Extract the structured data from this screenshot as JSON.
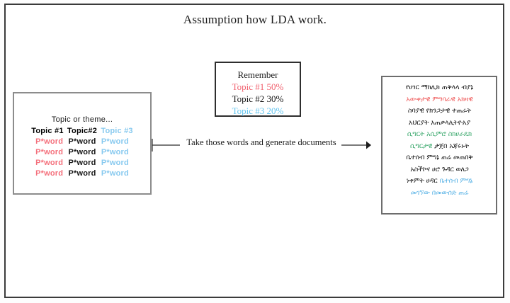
{
  "page": {
    "title": "Assumption how LDA work."
  },
  "topics_box": {
    "theme_label": "Topic or theme...",
    "headers": [
      {
        "text": "Topic #1",
        "color": "#161616"
      },
      {
        "text": "Topic#2",
        "color": "#161616"
      },
      {
        "text": "Topic #3",
        "color": "#87c9ef"
      }
    ],
    "word_rows": [
      [
        {
          "text": "P*word",
          "color": "#f4707c"
        },
        {
          "text": "P*word",
          "color": "#161616"
        },
        {
          "text": "P*word",
          "color": "#87c9ef"
        }
      ],
      [
        {
          "text": "P*word",
          "color": "#f4707c"
        },
        {
          "text": "P*word",
          "color": "#161616"
        },
        {
          "text": "P*word",
          "color": "#87c9ef"
        }
      ],
      [
        {
          "text": "P*word",
          "color": "#f4707c"
        },
        {
          "text": "P*word",
          "color": "#161616"
        },
        {
          "text": "P*word",
          "color": "#87c9ef"
        }
      ],
      [
        {
          "text": "P*word",
          "color": "#f4707c"
        },
        {
          "text": "P*word",
          "color": "#161616"
        },
        {
          "text": "P*word",
          "color": "#87c9ef"
        }
      ]
    ]
  },
  "remember_box": {
    "title": "Remember",
    "lines": [
      {
        "text": "Topic #1 50%",
        "color": "#f1616e"
      },
      {
        "text": "Topic #2 30%",
        "color": "#141414"
      },
      {
        "text": "Topic #3 20%",
        "color": "#63c4ee"
      }
    ]
  },
  "connector": {
    "label": "Take those words and generate documents",
    "arrow_direction": "right"
  },
  "document_box": {
    "lines": [
      {
        "segments": [
          {
            "text": "የሀገር ማክሊክ ጠቅላላ ብያኔ",
            "color": "#161616"
          }
        ]
      },
      {
        "segments": [
          {
            "text": "አውቀታዊ ምግባራዊ አክዛዊ",
            "color": "#ef5a5a"
          }
        ]
      },
      {
        "segments": [
          {
            "text": "ስባያዊ የክንጋታዊ ተጠራት",
            "color": "#161616"
          }
        ]
      },
      {
        "segments": [
          {
            "text": "አህርያት አጠቃላሊትዮአያ",
            "color": "#161616"
          }
        ]
      },
      {
        "segments": [
          {
            "text": "ሲግርት አሲምሮ ስክሀራዴክ",
            "color": "#3faa70"
          }
        ]
      },
      {
        "segments": [
          {
            "text": "ሲግርታዊ ",
            "color": "#3faa70"
          },
          {
            "text": "ታጀበ አጃሩኑት",
            "color": "#161616"
          }
        ]
      },
      {
        "segments": [
          {
            "text": "ቤተሰብ ምግኔ ጠሬ መጠበቅ",
            "color": "#161616"
          }
        ]
      },
      {
        "segments": [
          {
            "text": "አስችኮና ሀሮ ጉዳር ወለጋ",
            "color": "#161616"
          }
        ]
      },
      {
        "segments": [
          {
            "text": "ነቀምት ሀዳር ",
            "color": "#161616"
          },
          {
            "text": "ቤተሰብ ምግኔ",
            "color": "#5cb4e6"
          }
        ]
      },
      {
        "segments": [
          {
            "text": "መገኘው በመውሰድ ጠሬ",
            "color": "#5cb4e6"
          }
        ]
      }
    ]
  }
}
